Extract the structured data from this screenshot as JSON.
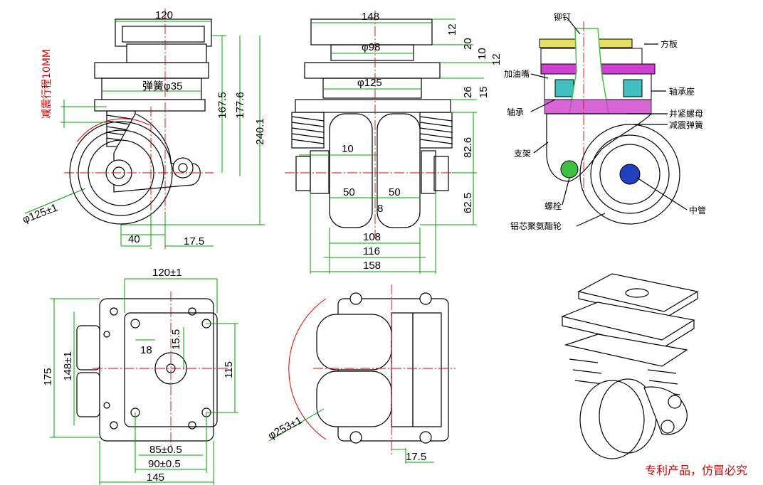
{
  "side_view": {
    "dims": {
      "top_width": "120",
      "h1": "167.5",
      "h2": "177.6",
      "h3": "240.1",
      "offset_a": "40",
      "offset_b": "17.5",
      "spring": "弹簧φ35",
      "wheel_dia": "φ125±1"
    },
    "stroke_note": "减震行程10MM"
  },
  "front_view": {
    "dims": {
      "top_width": "148",
      "inner_dia": "φ98",
      "plate_dia": "φ125",
      "t12a": "12",
      "t20": "20",
      "t10": "10",
      "t12b": "12",
      "t26": "26",
      "t15": "15",
      "h82": "82.6",
      "h62": "62.5",
      "gap10": "10",
      "w50a": "50",
      "w50b": "50",
      "gap8": "8",
      "w108": "108",
      "w116": "116",
      "w158": "158"
    }
  },
  "section_view": {
    "labels": {
      "rivet": "铆钉",
      "plate": "方板",
      "grease": "加油嘴",
      "bearing_seat": "轴承座",
      "bearing": "轴承",
      "lock_nut": "并紧螺母",
      "spring": "减震弹簧",
      "bracket": "支架",
      "bolt": "螺栓",
      "tube": "中管",
      "wheel": "铝芯聚氨酯轮"
    }
  },
  "top_view": {
    "dims": {
      "w120": "120±1",
      "h175": "175",
      "h148": "148±1",
      "d18": "18",
      "d15": "15.5",
      "h115": "115",
      "w85": "85±0.5",
      "w90": "90±0.5",
      "w145": "145"
    }
  },
  "bottom_view": {
    "dims": {
      "swing": "φ253±1",
      "off": "17.5"
    }
  },
  "footer": "专利产品，仿冒必究",
  "colors": {
    "dimension": "#00a000",
    "centerline": "#e00000",
    "outline": "#000000",
    "section_hatch": "#d040d0",
    "part_green": "#40c040",
    "part_yellow": "#e8e060",
    "part_cyan": "#40c0c0"
  }
}
